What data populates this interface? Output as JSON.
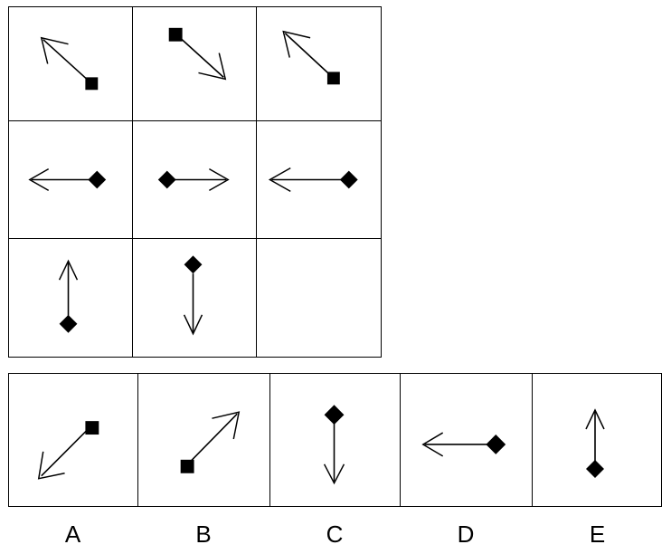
{
  "puzzle": {
    "type": "visual-analogy-matrix",
    "title": "Arrow matrix reasoning puzzle",
    "grid": {
      "rows": 3,
      "cols": 3
    },
    "stroke_color": "#000000",
    "background_color": "#ffffff",
    "matrix_cells": [
      {
        "id": "cell-1",
        "row": 1,
        "col": 1,
        "description": "arrow pointing up-left from a square",
        "node_shape": "square",
        "node_position": "bottom-right",
        "arrow_direction": "up-left",
        "empty": false
      },
      {
        "id": "cell-2",
        "row": 1,
        "col": 2,
        "description": "arrow pointing down-right from a square",
        "node_shape": "square",
        "node_position": "top-left",
        "arrow_direction": "down-right",
        "empty": false
      },
      {
        "id": "cell-3",
        "row": 1,
        "col": 3,
        "description": "arrow pointing up-left from a square",
        "node_shape": "square",
        "node_position": "bottom-right",
        "arrow_direction": "up-left",
        "empty": false
      },
      {
        "id": "cell-4",
        "row": 2,
        "col": 1,
        "description": "arrow pointing left from a diamond",
        "node_shape": "diamond",
        "node_position": "right",
        "arrow_direction": "left",
        "empty": false
      },
      {
        "id": "cell-5",
        "row": 2,
        "col": 2,
        "description": "arrow pointing right from a diamond",
        "node_shape": "diamond",
        "node_position": "left",
        "arrow_direction": "right",
        "empty": false
      },
      {
        "id": "cell-6",
        "row": 2,
        "col": 3,
        "description": "arrow pointing left from a diamond",
        "node_shape": "diamond",
        "node_position": "right",
        "arrow_direction": "left",
        "empty": false
      },
      {
        "id": "cell-7",
        "row": 3,
        "col": 1,
        "description": "arrow pointing up from a diamond",
        "node_shape": "diamond",
        "node_position": "bottom",
        "arrow_direction": "up",
        "empty": false
      },
      {
        "id": "cell-8",
        "row": 3,
        "col": 2,
        "description": "arrow pointing down from a diamond",
        "node_shape": "diamond",
        "node_position": "top",
        "arrow_direction": "down",
        "empty": false
      },
      {
        "id": "cell-9",
        "row": 3,
        "col": 3,
        "description": "empty cell to be completed",
        "node_shape": "none",
        "node_position": "none",
        "arrow_direction": "none",
        "empty": true
      }
    ],
    "options": [
      {
        "id": "option-a",
        "label": "A",
        "description": "arrow pointing down-left from a square",
        "node_shape": "square",
        "node_position": "top-right",
        "arrow_direction": "down-left"
      },
      {
        "id": "option-b",
        "label": "B",
        "description": "arrow pointing up-right from a square",
        "node_shape": "square",
        "node_position": "bottom-left",
        "arrow_direction": "up-right"
      },
      {
        "id": "option-c",
        "label": "C",
        "description": "arrow pointing down from a diamond",
        "node_shape": "diamond",
        "node_position": "top",
        "arrow_direction": "down"
      },
      {
        "id": "option-d",
        "label": "D",
        "description": "arrow pointing left from a diamond",
        "node_shape": "diamond",
        "node_position": "right",
        "arrow_direction": "left"
      },
      {
        "id": "option-e",
        "label": "E",
        "description": "arrow pointing up from a diamond",
        "node_shape": "diamond",
        "node_position": "bottom",
        "arrow_direction": "up"
      }
    ]
  }
}
